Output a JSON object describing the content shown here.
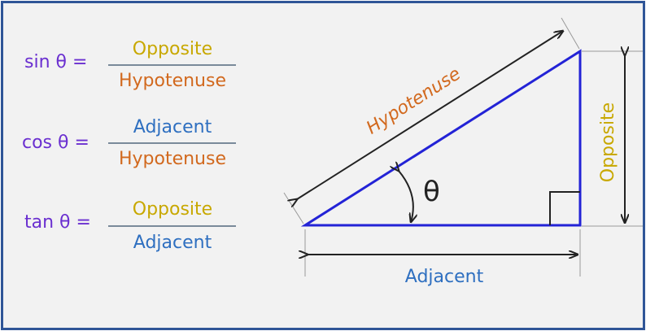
{
  "formulas": [
    {
      "fn": "sin θ =",
      "numerator": "Opposite",
      "denominator": "Hypotenuse"
    },
    {
      "fn": "cos θ =",
      "numerator": "Adjacent",
      "denominator": "Hypotenuse"
    },
    {
      "fn": "tan θ =",
      "numerator": "Opposite",
      "denominator": "Adjacent"
    }
  ],
  "labels": {
    "hypotenuse": "Hypotenuse",
    "opposite": "Opposite",
    "adjacent": "Adjacent",
    "angle": "θ"
  },
  "colors": {
    "frame": "#2f5597",
    "function": "#6a2fd0",
    "opposite": "#c8a800",
    "hypotenuse": "#d2691e",
    "adjacent": "#2e6fc0",
    "triangle": "#2323d6",
    "arrows": "#222222",
    "fraction_line": "#7a8a9a"
  }
}
